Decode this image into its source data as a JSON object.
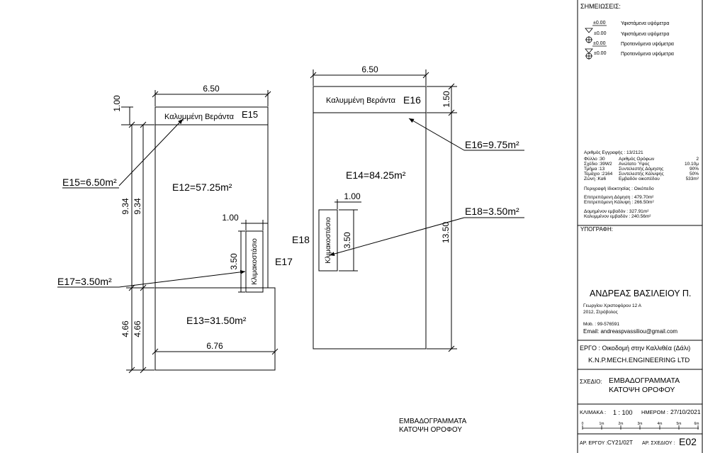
{
  "drawing": {
    "plan_left": {
      "dim_top": "6.50",
      "dim_veranda_h": "1.00",
      "veranda_label": "Καλυμμένη Βεράντα",
      "veranda_id": "E15",
      "e15_callout": "E15=6.50m²",
      "e12_area": "E12=57.25m²",
      "dim_left_a": "9.34",
      "dim_left_b": "9.34",
      "stair_dim_w": "1.00",
      "stair_dim_h": "3.50",
      "stair_label": "Κλιμακοστάσιο",
      "e17_id": "E17",
      "e17_callout": "E17=3.50m²",
      "e13_area": "E13=31.50m²",
      "dim_bottom_a": "4.66",
      "dim_bottom_b": "4.66",
      "dim_bottom_w": "6.76"
    },
    "plan_right": {
      "dim_top": "6.50",
      "veranda_label": "Καλυμμένη Βεράντα",
      "veranda_id": "E16",
      "dim_veranda_h": "1.50",
      "e16_callout": "E16=9.75m²",
      "e14_area": "E14=84.25m²",
      "stair_dim_w": "1.00",
      "stair_dim_h": "3.50",
      "stair_label": "Κλιμακοστάσιο",
      "e18_id": "E18",
      "e18_callout": "E18=3.50m²",
      "dim_right_h": "13.50"
    },
    "caption": {
      "line1": "ΕΜΒΑΔΟΓΡΑΜΜΑΤΑ",
      "line2": "ΚΑΤΟΨΗ ΟΡΟΦΟΥ"
    }
  },
  "title_block": {
    "notes_heading": "ΣΗΜΕΙΩΣΕΙΣ:",
    "legend": [
      {
        "value": "±0.00",
        "text": "Υφιστάμενα υψόμετρα"
      },
      {
        "value": "±0.00",
        "text": "Υφιστάμενα υψόμετρα"
      },
      {
        "value": "±0.00",
        "text": "Προτεινόμενα υψόμετρα"
      },
      {
        "value": "±0.00",
        "text": "Προτεινόμενα υψόμετρα"
      }
    ],
    "registration": "Αριθμός Εγγραφής : 13/2121",
    "params_left": [
      "Φύλλο :30",
      "Σχέδιο :39W2",
      "Τμήμα :13",
      "Τεμάχιο :2164",
      "Ζώνη :Κα6"
    ],
    "params_mid": [
      "Αριθμός Ορόφων",
      "Ανώτατο Ύψος",
      "Συντελεστής Δόμησης",
      "Συντελεστής Κάλυψης",
      "Εμβαδόν οικοπέδου"
    ],
    "params_val": [
      "2",
      "10.10μ",
      "90%",
      "50%",
      "533m²"
    ],
    "region": "Περιγραφή Ιδιοκτησίας : Οικόπεδο",
    "allowed_build": "Επιτρεπόμενη Δόμηση : 479.70m²",
    "allowed_cover": "Επιτρεπόμενη Κάλυψη : 266.50m²",
    "built_area": "Δομημένον εμβαδόν : 327.91m²",
    "covered_area": "Καλυμμένον εμβαδόν : 240.56m²",
    "signature_heading": "ΥΠΟΓΡΑΦΗ:",
    "engineer_name": "ΑΝΔΡΕΑΣ ΒΑΣΙΛΕΙΟΥ Π.",
    "address1": "Γεωργίου Χριστοφόρου 12 Α",
    "address2": "2012, Στρόβολος",
    "mob": "Mob. : 99-576591",
    "email": "Email: andreaspvassiliou@gmail.com",
    "project": "ΕΡΓΟ : Οικοδομή στην Καλλιθέα (Δάλι)",
    "company": "K.N.P.MECH.ENGINEERING LTD",
    "drawing_label": "ΣΧΕΔΙΟ:",
    "drawing_title1": "ΕΜΒΑΔΟΓΡΑΜΜΑΤΑ",
    "drawing_title2": "ΚΑΤΟΨΗ ΟΡΟΦΟΥ",
    "scale_label": "ΚΛΙΜΑΚΑ :",
    "scale_value": "1 : 100",
    "date_label": "ΗΜΕΡΟΜ :",
    "date_value": "27/10/2021",
    "scale_ticks": [
      "0",
      "1m",
      "2m",
      "3m",
      "4m",
      "5m",
      "6m"
    ],
    "project_no_label": "ΑΡ. ΕΡΓΟΥ :",
    "project_no": "CY21/02T",
    "drawing_no_label": "ΑΡ. ΣΧΕΔΙΟΥ :",
    "drawing_no": "E02"
  }
}
